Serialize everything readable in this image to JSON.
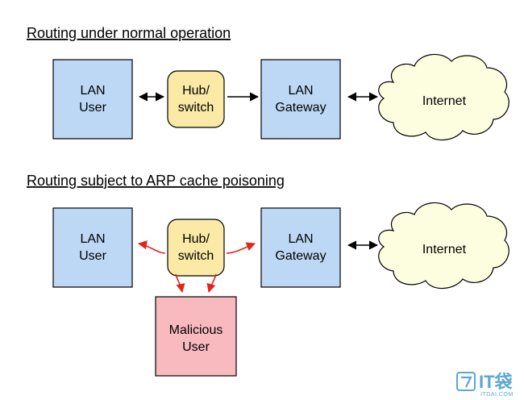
{
  "sections": {
    "normal": {
      "title": "Routing under normal operation",
      "lan_user": [
        "LAN",
        "User"
      ],
      "hub": [
        "Hub/",
        "switch"
      ],
      "gateway": [
        "LAN",
        "Gateway"
      ],
      "internet": "Internet"
    },
    "poisoned": {
      "title": "Routing subject to ARP cache poisoning",
      "lan_user": [
        "LAN",
        "User"
      ],
      "hub": [
        "Hub/",
        "switch"
      ],
      "gateway": [
        "LAN",
        "Gateway"
      ],
      "internet": "Internet",
      "malicious": [
        "Malicious",
        "User"
      ]
    }
  },
  "watermark": {
    "brand": "IT袋",
    "site": "ITDAI.COM"
  },
  "colors": {
    "lan_box": "#bcd8f5",
    "hub_box": "#fbe9a6",
    "cloud": "#fdfde0",
    "malicious_box": "#f8b9bf",
    "arrow_normal": "#000000",
    "arrow_poison": "#e0261d"
  }
}
